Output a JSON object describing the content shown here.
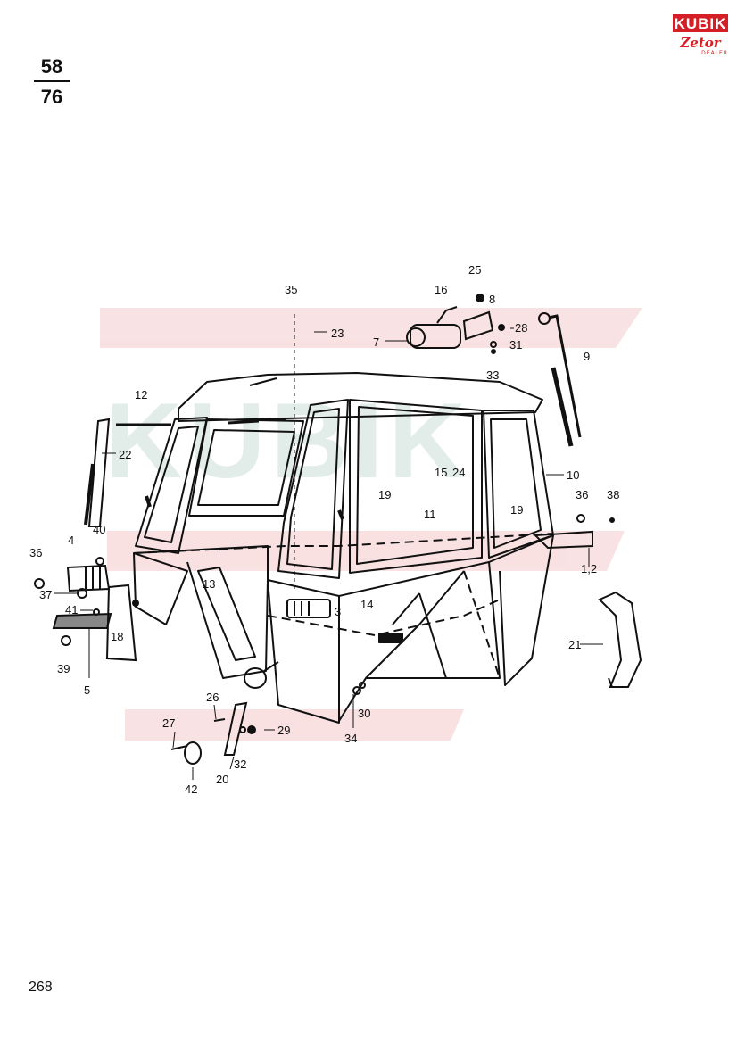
{
  "header": {
    "sheet_numerator": "58",
    "sheet_denominator": "76"
  },
  "logo": {
    "brand": "KUBIK",
    "script": "Zetor",
    "sub": "DEALER"
  },
  "watermark": {
    "word": "KUBIK",
    "sub": "DEALER"
  },
  "footer": {
    "page_number": "268"
  },
  "callouts": [
    {
      "id": "c35",
      "text": "35"
    },
    {
      "id": "c16",
      "text": "16"
    },
    {
      "id": "c25",
      "text": "25"
    },
    {
      "id": "c8",
      "text": "8"
    },
    {
      "id": "c23",
      "text": "23"
    },
    {
      "id": "c7",
      "text": "7"
    },
    {
      "id": "c28",
      "text": "28"
    },
    {
      "id": "c31",
      "text": "31"
    },
    {
      "id": "c9",
      "text": "9"
    },
    {
      "id": "c33",
      "text": "33"
    },
    {
      "id": "c12",
      "text": "12"
    },
    {
      "id": "c22",
      "text": "22"
    },
    {
      "id": "c10",
      "text": "10"
    },
    {
      "id": "c15",
      "text": "15"
    },
    {
      "id": "c24",
      "text": "24"
    },
    {
      "id": "c36a",
      "text": "36"
    },
    {
      "id": "c38",
      "text": "38"
    },
    {
      "id": "c19a",
      "text": "19"
    },
    {
      "id": "c11",
      "text": "11"
    },
    {
      "id": "c19b",
      "text": "19"
    },
    {
      "id": "c40",
      "text": "40"
    },
    {
      "id": "c4",
      "text": "4"
    },
    {
      "id": "c36b",
      "text": "36"
    },
    {
      "id": "c12b",
      "text": "1,2"
    },
    {
      "id": "c13",
      "text": "13"
    },
    {
      "id": "c14",
      "text": "14"
    },
    {
      "id": "c3",
      "text": "3"
    },
    {
      "id": "c37",
      "text": "37"
    },
    {
      "id": "c41",
      "text": "41"
    },
    {
      "id": "c18",
      "text": "18"
    },
    {
      "id": "c21",
      "text": "21"
    },
    {
      "id": "c39",
      "text": "39"
    },
    {
      "id": "c5",
      "text": "5"
    },
    {
      "id": "c26",
      "text": "26"
    },
    {
      "id": "c30",
      "text": "30"
    },
    {
      "id": "c27",
      "text": "27"
    },
    {
      "id": "c29",
      "text": "29"
    },
    {
      "id": "c34",
      "text": "34"
    },
    {
      "id": "c32",
      "text": "32"
    },
    {
      "id": "c20",
      "text": "20"
    },
    {
      "id": "c42",
      "text": "42"
    }
  ]
}
